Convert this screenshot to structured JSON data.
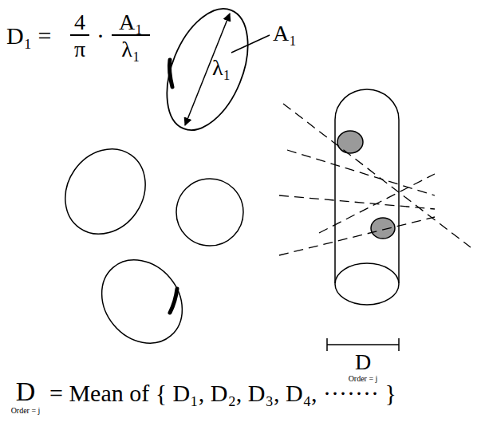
{
  "diagram": {
    "nodes": [
      {
        "text": [
          "λ₁"
        ]
      }
    ],
    "labels": [
      "D₁ =",
      "4",
      "π",
      "·",
      "A₁",
      "λ₁",
      "A₁",
      "D",
      "Order = j",
      "D",
      "Order = j",
      "= Mean of { D₁, D₂, D₃, D₄, ······· }"
    ]
  }
}
